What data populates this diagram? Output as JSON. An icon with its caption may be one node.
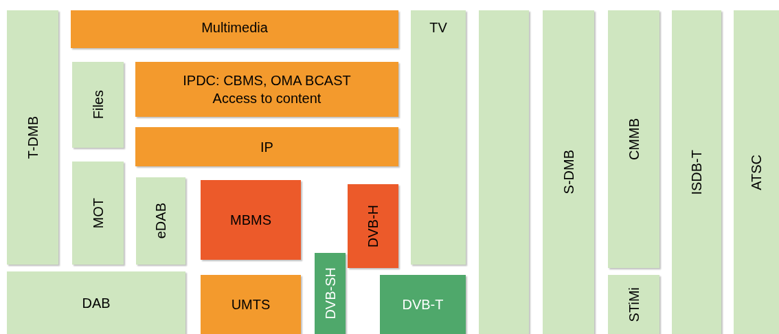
{
  "diagram": {
    "nodes": [
      {
        "text": [
          "T-DMB"
        ]
      },
      {
        "text": [
          "Multimedia"
        ]
      },
      {
        "text": [
          "TV"
        ]
      },
      {
        "text": [],
        "shape": "box"
      },
      {
        "text": [
          "S-DMB"
        ]
      },
      {
        "text": [
          "CMMB"
        ]
      },
      {
        "text": [
          "ISDB-T"
        ]
      },
      {
        "text": [
          "ATSC"
        ]
      },
      {
        "text": [
          "Files"
        ]
      },
      {
        "text": [
          "IPDC: CBMS, OMA BCAST Access to content"
        ]
      },
      {
        "text": [
          "IP"
        ]
      },
      {
        "text": [
          "MOT"
        ]
      },
      {
        "text": [
          "eDAB"
        ]
      },
      {
        "text": [
          "MBMS"
        ]
      },
      {
        "text": [
          "DVB-H"
        ]
      },
      {
        "text": [
          "DVB-SH"
        ]
      },
      {
        "text": [
          "DAB"
        ]
      },
      {
        "text": [
          "UMTS"
        ]
      },
      {
        "text": [
          "DVB-T"
        ]
      },
      {
        "text": [
          "STiMi"
        ]
      }
    ]
  }
}
